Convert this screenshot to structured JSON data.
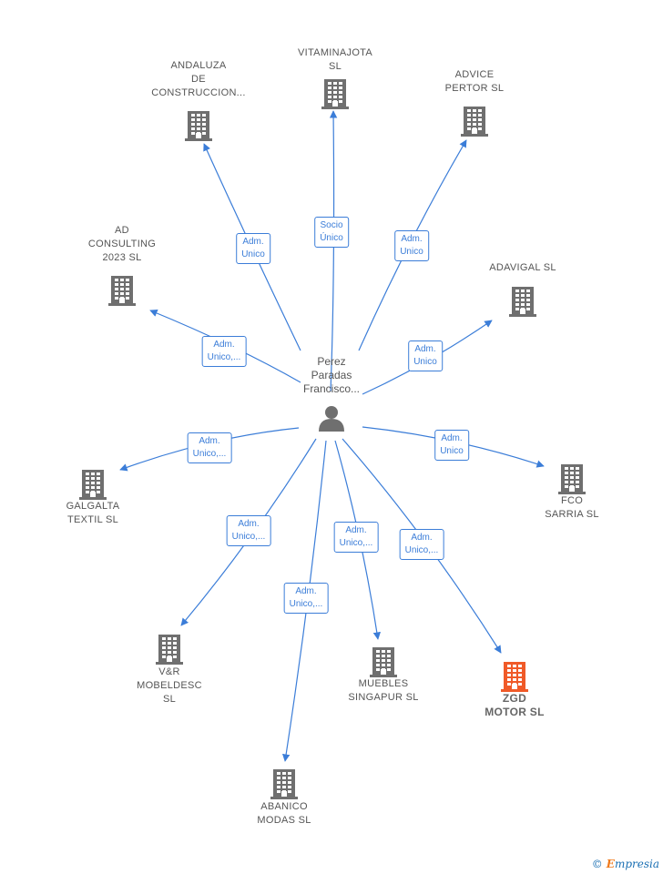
{
  "center": {
    "name": "Perez\nParadas\nFrancisco..."
  },
  "colors": {
    "edge": "#3b7dd8",
    "building": "#6f6f6f",
    "highlight": "#f05a28",
    "person": "#6f6f6f"
  },
  "nodes": [
    {
      "id": "vitaminajota",
      "label": "VITAMINAJOTA\nSL",
      "role": "Socio\nÚnico",
      "highlight": false
    },
    {
      "id": "andaluza",
      "label": "ANDALUZA\nDE\nCONSTRUCCION...",
      "role": "Adm.\nUnico",
      "highlight": false
    },
    {
      "id": "advice",
      "label": "ADVICE\nPERTOR  SL",
      "role": "Adm.\nUnico",
      "highlight": false
    },
    {
      "id": "ad-consulting",
      "label": "AD\nCONSULTING\n2023  SL",
      "role": "Adm.\nUnico,...",
      "highlight": false
    },
    {
      "id": "adavigal",
      "label": "ADAVIGAL SL",
      "role": "Adm.\nUnico",
      "highlight": false
    },
    {
      "id": "galgalta",
      "label": "GALGALTA\nTEXTIL  SL",
      "role": "Adm.\nUnico,...",
      "highlight": false
    },
    {
      "id": "fco-sarria",
      "label": "FCO\nSARRIA SL",
      "role": "Adm.\nUnico",
      "highlight": false
    },
    {
      "id": "vr-mobeldesc",
      "label": "V&R\nMOBELDESC\nSL",
      "role": "Adm.\nUnico,...",
      "highlight": false
    },
    {
      "id": "abanico",
      "label": "ABANICO\nMODAS  SL",
      "role": "Adm.\nUnico,...",
      "highlight": false
    },
    {
      "id": "muebles",
      "label": "MUEBLES\nSINGAPUR  SL",
      "role": "Adm.\nUnico,...",
      "highlight": false
    },
    {
      "id": "zgd",
      "label": "ZGD\nMOTOR  SL",
      "role": "Adm.\nUnico,...",
      "highlight": true
    }
  ],
  "brand": {
    "copyright": "©",
    "name_initial": "E",
    "name_rest": "mpresia"
  }
}
